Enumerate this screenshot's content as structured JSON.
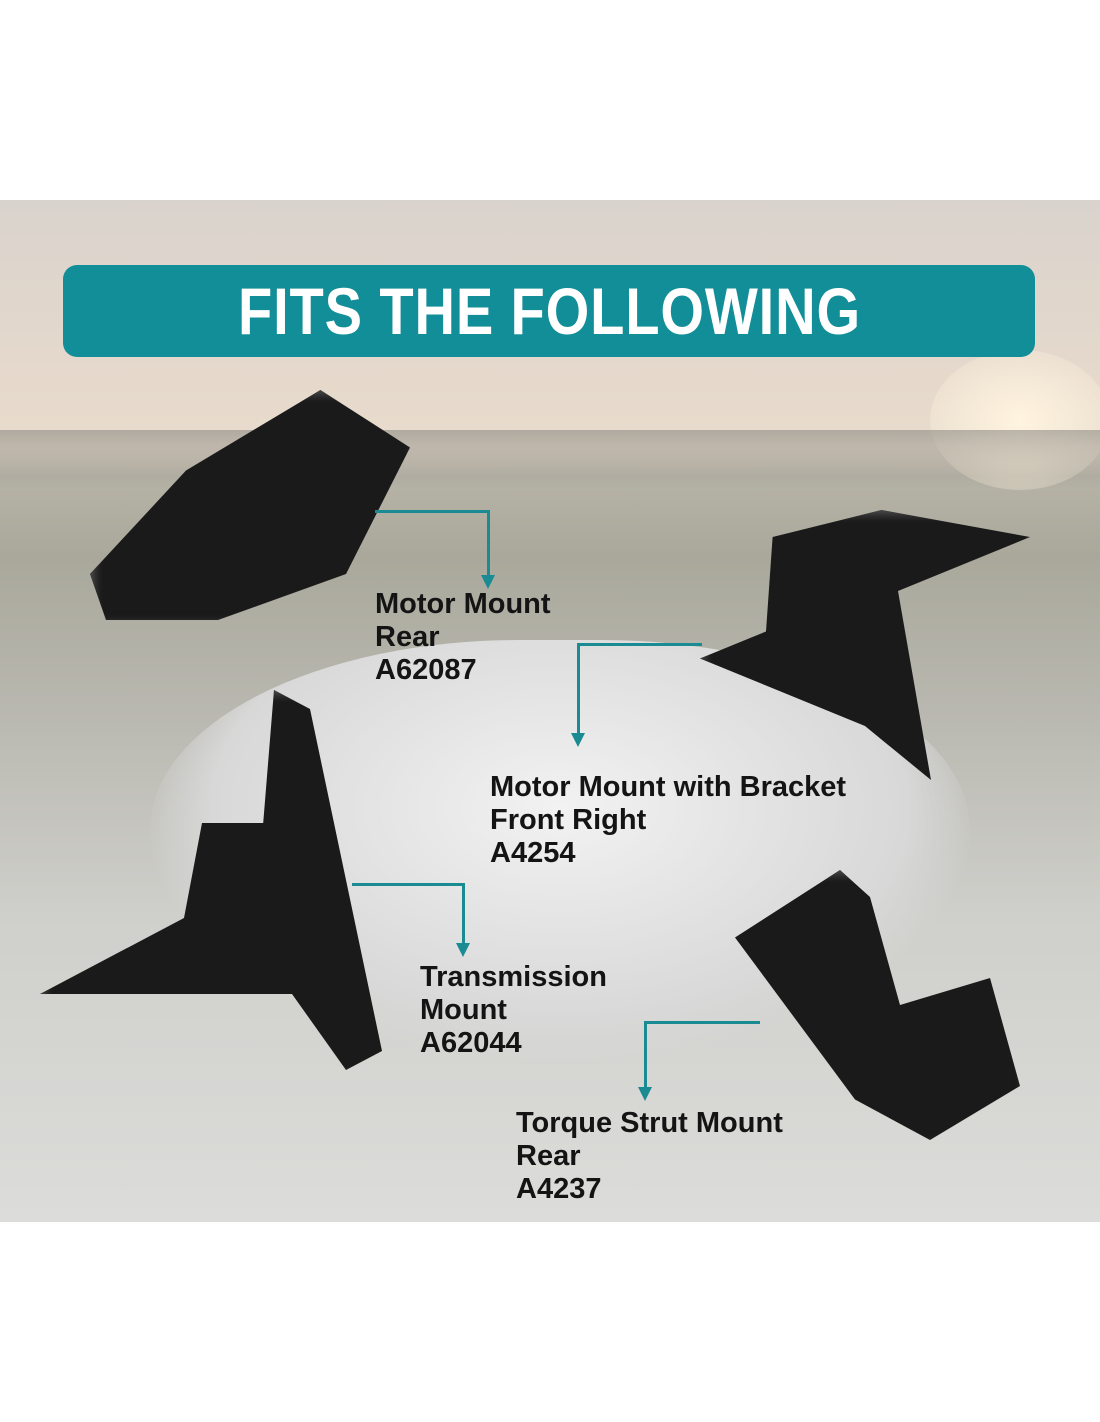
{
  "banner": {
    "title": "FITS THE FOLLOWING",
    "color": "#128e98"
  },
  "parts": [
    {
      "name": "Motor Mount",
      "position": "Rear",
      "part_no": "A62087"
    },
    {
      "name": "Motor Mount with Bracket",
      "position": "Front Right",
      "part_no": "A4254"
    },
    {
      "name": "Transmission",
      "position": "Mount",
      "part_no": "A62044"
    },
    {
      "name": "Torque Strut Mount",
      "position": "Rear",
      "part_no": "A4237"
    }
  ]
}
